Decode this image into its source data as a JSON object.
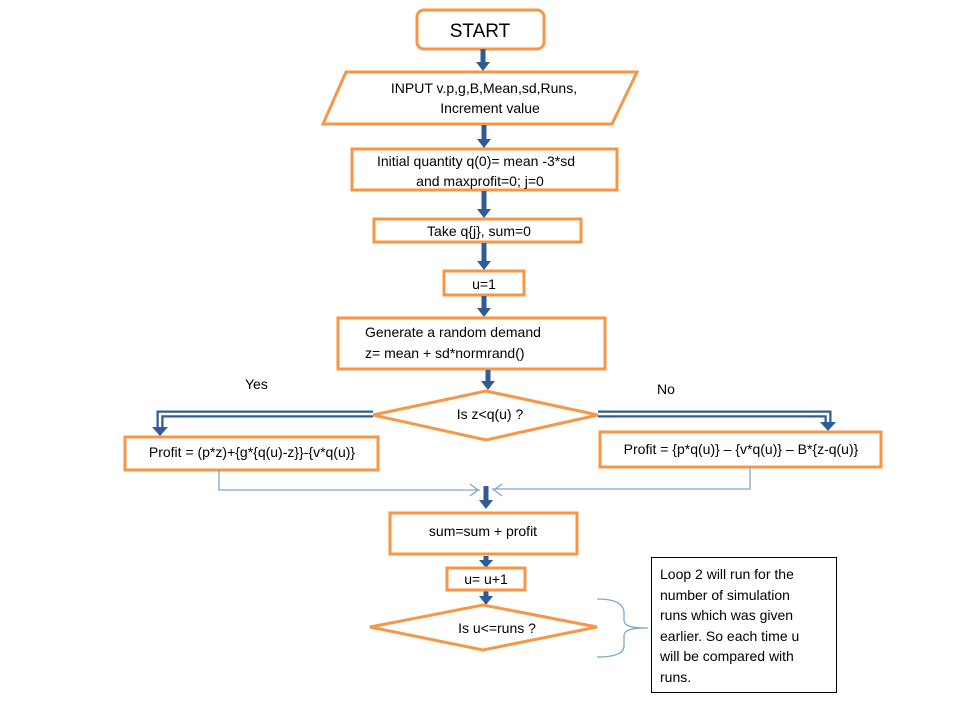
{
  "flowchart": {
    "start": "START",
    "input": [
      "INPUT v.p,g,B,Mean,sd,Runs,",
      "Increment  value"
    ],
    "init": [
      "Initial quantity q(0)= mean -3*sd",
      "and maxprofit=0; j=0"
    ],
    "take_q": "Take q{j},  sum=0",
    "u_init": "u=1",
    "generate": [
      "Generate  a random demand",
      "z= mean + sd*normrand()"
    ],
    "decision_z": "Is z<q(u)  ?",
    "yes_label": "Yes",
    "no_label": "No",
    "profit_yes": "Profit = (p*z)+{g*{q(u)-z}}-{v*q(u)}",
    "profit_no": "Profit = {p*q(u)}  – {v*q(u)}  – B*{z-q(u)}",
    "sum_update": "sum=sum + profit",
    "u_increment": "u= u+1",
    "decision_runs": "Is u<=runs  ?",
    "note": [
      "Loop 2 will run for the",
      "number of simulation",
      "runs  which was given",
      "earlier.  So each time u",
      "will be compared with",
      "runs."
    ],
    "colors": {
      "box_border": "#F79646",
      "arrow": "#2F5C97",
      "connector": "#7FA7CC"
    }
  }
}
